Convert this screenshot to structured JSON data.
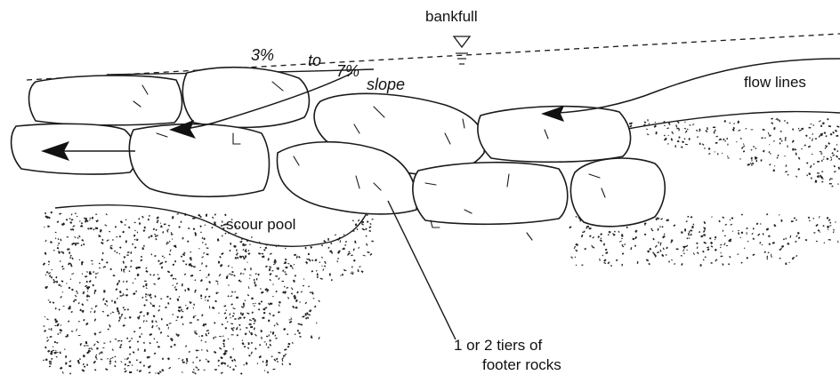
{
  "labels": {
    "bankfull": "bankfull",
    "slope_start": "3%",
    "slope_to": "to",
    "slope_end": "7%",
    "slope_word": "slope",
    "flow_lines": "flow lines",
    "scour_pool": "scour pool",
    "footer_line1": "1 or 2 tiers of",
    "footer_line2": "footer rocks"
  },
  "colors": {
    "ink": "#1a1a1a",
    "background": "#ffffff"
  }
}
